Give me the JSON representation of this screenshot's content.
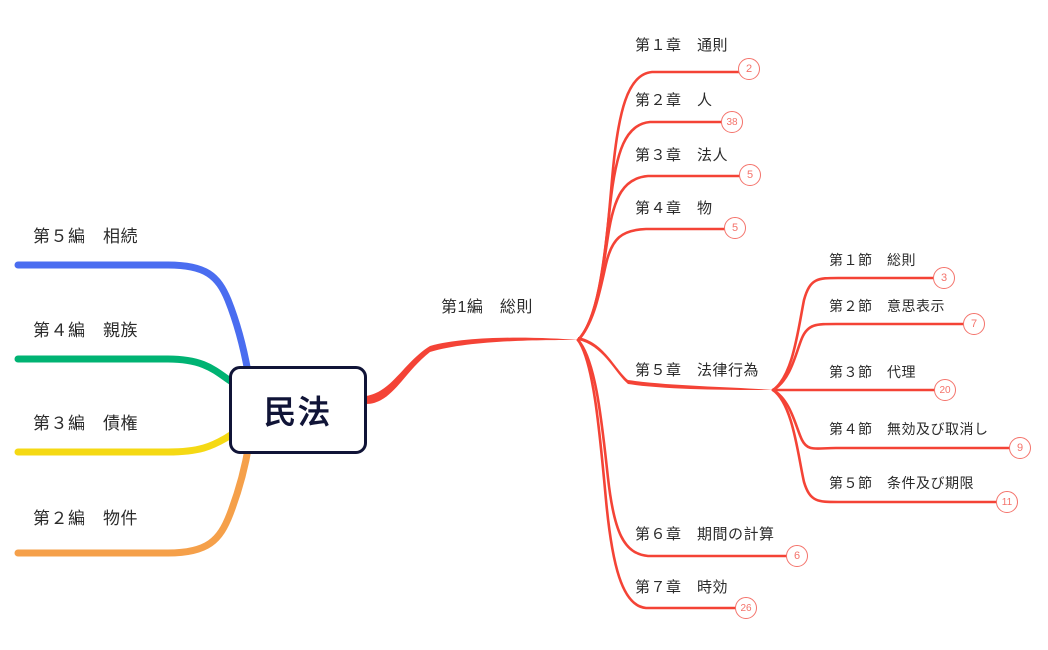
{
  "root": {
    "label": "民法",
    "border_color": "#101437"
  },
  "left_branches": [
    {
      "label": "第５編　相続",
      "color": "#4a6df0",
      "name": "branch-hen-5"
    },
    {
      "label": "第４編　親族",
      "color": "#00b373",
      "name": "branch-hen-4"
    },
    {
      "label": "第３編　債権",
      "color": "#f5d914",
      "name": "branch-hen-3"
    },
    {
      "label": "第２編　物件",
      "color": "#f5a04a",
      "name": "branch-hen-2"
    }
  ],
  "right_branch": {
    "label": "第1編　総則",
    "color": "#f44336",
    "chapters": [
      {
        "label": "第１章　通則",
        "badge": "2"
      },
      {
        "label": "第２章　人",
        "badge": "38"
      },
      {
        "label": "第３章　法人",
        "badge": "5"
      },
      {
        "label": "第４章　物",
        "badge": "5"
      },
      {
        "label": "第５章　法律行為",
        "badge": ""
      },
      {
        "label": "第６章　期間の計算",
        "badge": "6"
      },
      {
        "label": "第７章　時効",
        "badge": "26"
      }
    ],
    "sections": [
      {
        "label": "第１節　総則",
        "badge": "3"
      },
      {
        "label": "第２節　意思表示",
        "badge": "7"
      },
      {
        "label": "第３節　代理",
        "badge": "20"
      },
      {
        "label": "第４節　無効及び取消し",
        "badge": "9"
      },
      {
        "label": "第５節　条件及び期限",
        "badge": "11"
      }
    ]
  },
  "colors": {
    "accent_red": "#f44336",
    "badge_red": "#f4736b",
    "node_navy": "#101437",
    "background": "#ffffff"
  }
}
